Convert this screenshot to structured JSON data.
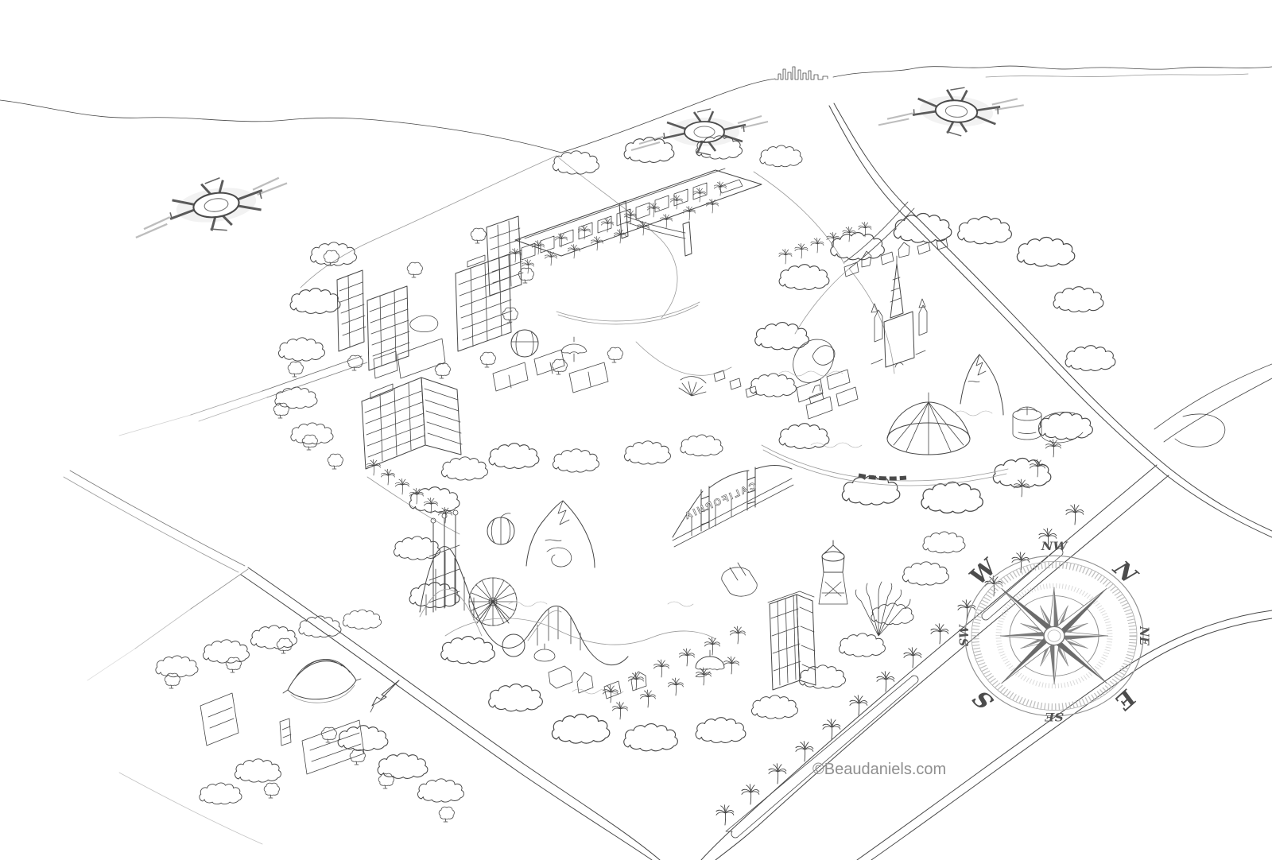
{
  "illustration": {
    "style": "black-and-white pen line-art, aerial bird's-eye perspective",
    "subject": "theme park resort complex: hotel towers, parking structure, castle park, pier park with ferris wheel and coaster, surrounding boulevards and freeway interchanges",
    "background": "#ffffff",
    "ink_color": "#474747",
    "light_ink_color": "#9a9a9a"
  },
  "signs": {
    "california_sign": "CALIFORNIA"
  },
  "compass": {
    "rotation_deg": 45,
    "labels": {
      "n": "N",
      "ne": "NE",
      "e": "E",
      "se": "SE",
      "s": "S",
      "sw": "SW",
      "w": "W",
      "nw": "NW"
    }
  },
  "watermark": {
    "text": "©Beaudaniels.com",
    "color": "#8f8f8f"
  }
}
